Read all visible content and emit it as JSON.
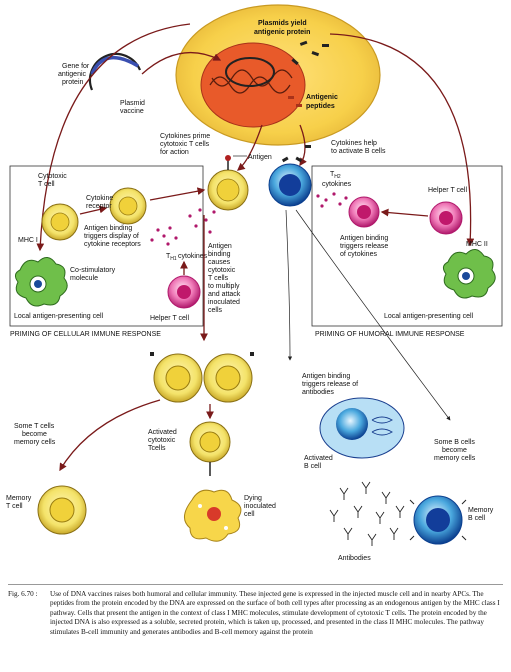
{
  "labels": {
    "plasmids_yield": "Plasmids yield",
    "antigenic_protein": "antigenic protein",
    "gene_for": "Gene for",
    "antigenic": "antigenic",
    "protein": "protein",
    "plasmid": "Plasmid",
    "vaccine": "vaccine",
    "antigenic_peptides_1": "Antigenic",
    "antigenic_peptides_2": "peptides",
    "cytokines_prime_1": "Cytokines prime",
    "cytokines_prime_2": "cytotoxic T cells",
    "cytokines_prime_3": "for action",
    "antigen": "Antigen",
    "cytokines_help_1": "Cytokines help",
    "cytokines_help_2": "to activate B cells",
    "th2": "T",
    "th2_sub": "H",
    "th2_num": "2",
    "th2_cytokines": "cytokines",
    "cytotoxic_t_1": "Cytotoxic",
    "cytotoxic_t_2": "T cell",
    "cytokine_receptor_1": "Cytokine",
    "cytokine_receptor_2": "receptor",
    "mhc1": "MHC I",
    "ab_triggers_1": "Antigen binding",
    "ab_triggers_2": "triggers display of",
    "ab_triggers_3": "cytokine receptors",
    "th1": "T",
    "th1_sub": "H",
    "th1_num": "1",
    "th1_cytokines": "cytokines",
    "costim_1": "Co-stimulatory",
    "costim_2": "molecule",
    "local_apc_left": "Local antigen-presenting cell",
    "helper_t_left": "Helper T cell",
    "priming_cellular": "PRIMING OF CELLULAR IMMUNE RESPONSE",
    "ab_causes_1": "Antigen",
    "ab_causes_2": "binding",
    "ab_causes_3": "causes",
    "ab_causes_4": "cytotoxic",
    "ab_causes_5": "T cells",
    "ab_causes_6": "to multiply",
    "ab_causes_7": "and attack",
    "ab_causes_8": "inoculated",
    "ab_causes_9": "cells",
    "helper_t_right": "Helper T cell",
    "ab_release_1": "Antigen binding",
    "ab_release_2": "triggers release",
    "ab_release_3": "of cytokines",
    "mhc2": "MHC II",
    "local_apc_right": "Local antigen-presenting cell",
    "priming_humoral": "PRIMING OF HUMORAL IMMUNE RESPONSE",
    "ab_antibodies_1": "Antigen binding",
    "ab_antibodies_2": "triggers release of",
    "ab_antibodies_3": "antibodies",
    "some_t_1": "Some T cells",
    "some_t_2": "become",
    "some_t_3": "memory cells",
    "activated_ct_1": "Activated",
    "activated_ct_2": "cytotoxic",
    "activated_ct_3": "Tcells",
    "activated_b_1": "Activated",
    "activated_b_2": "B cell",
    "some_b_1": "Some B cells",
    "some_b_2": "become",
    "some_b_3": "memory cells",
    "memory_t_1": "Memory",
    "memory_t_2": "T cell",
    "dying_1": "Dying",
    "dying_2": "inoculated",
    "dying_3": "cell",
    "antibodies": "Antibodies",
    "memory_b_1": "Memory",
    "memory_b_2": "B cell"
  },
  "caption": {
    "fig": "Fig. 6.70 :",
    "text": "Use of DNA vaccines raises both humoral and cellular immunity. These injected gene is expressed in the injected muscle cell and in nearby APCs. The peptides from the protein encoded by the DNA are expressed on the surface of both cell types after processing as an endogenous antigen by the MHC class I pathway. Cells that present the antigen in the context of class I MHC molecules, stimulate development of cytotoxic T cells. The protein encoded by the injected DNA is also expressed as a soluble, secreted protein, which is taken up, processed, and presented in the class II MHC molecules. The pathway stimulates B-cell immunity and generates antibodies and B-cell memory against the protein"
  }
}
